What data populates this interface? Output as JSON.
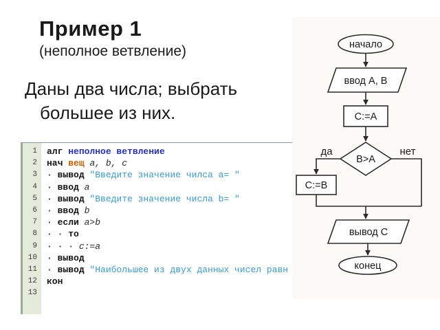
{
  "slide": {
    "title": "Пример 1",
    "subtitle": "(неполное ветвление)",
    "body_line1": "Даны два числа; выбрать",
    "body_line2": "большее из них."
  },
  "code": {
    "lines": [
      {
        "num": "1",
        "segs": [
          {
            "c": "kw",
            "t": "алг "
          },
          {
            "c": "name",
            "t": "неполное ветвление"
          }
        ]
      },
      {
        "num": "2",
        "segs": [
          {
            "c": "kw",
            "t": "нач "
          },
          {
            "c": "type",
            "t": "вещ "
          },
          {
            "c": "var",
            "t": "a, b, c"
          }
        ]
      },
      {
        "num": "3",
        "segs": [
          {
            "c": "dot",
            "t": "· "
          },
          {
            "c": "kw",
            "t": "вывод "
          },
          {
            "c": "str",
            "t": "\"Введите значение чилса a= \""
          }
        ]
      },
      {
        "num": "4",
        "segs": [
          {
            "c": "dot",
            "t": "· "
          },
          {
            "c": "kw",
            "t": "ввод "
          },
          {
            "c": "var",
            "t": "a"
          }
        ]
      },
      {
        "num": "5",
        "segs": [
          {
            "c": "dot",
            "t": "· "
          },
          {
            "c": "kw",
            "t": "вывод "
          },
          {
            "c": "str",
            "t": "\"Введите значение числа b= \""
          }
        ]
      },
      {
        "num": "6",
        "segs": [
          {
            "c": "dot",
            "t": "· "
          },
          {
            "c": "kw",
            "t": "ввод "
          },
          {
            "c": "var",
            "t": "b"
          }
        ]
      },
      {
        "num": "7",
        "segs": [
          {
            "c": "dot",
            "t": "· "
          },
          {
            "c": "kw",
            "t": "если "
          },
          {
            "c": "var",
            "t": "a>b"
          }
        ]
      },
      {
        "num": "8",
        "segs": [
          {
            "c": "dot",
            "t": "· · "
          },
          {
            "c": "kw",
            "t": "то"
          }
        ]
      },
      {
        "num": "9",
        "segs": [
          {
            "c": "dot",
            "t": "· · · "
          },
          {
            "c": "var",
            "t": "c:=a"
          }
        ]
      },
      {
        "num": "10",
        "segs": [
          {
            "c": "dot",
            "t": "· "
          },
          {
            "c": "kw",
            "t": "вывод "
          },
          {
            "c": "kw",
            "t": ""
          }
        ]
      },
      {
        "num": "11",
        "segs": [
          {
            "c": "dot",
            "t": "· "
          },
          {
            "c": "kw",
            "t": "вывод "
          },
          {
            "c": "str",
            "t": "\"Наибольшее из двух данных чисел равн"
          }
        ]
      },
      {
        "num": "12",
        "segs": [
          {
            "c": "kw",
            "t": "кон"
          }
        ]
      },
      {
        "num": "13",
        "segs": []
      }
    ]
  },
  "flowchart": {
    "start": "начало",
    "input": "ввод A, B",
    "assign_a": "C:=A",
    "condition": "B>A",
    "yes_label": "да",
    "no_label": "нет",
    "assign_b": "C:=B",
    "output": "вывод C",
    "end": "конец"
  },
  "colors": {
    "algo_name_blue": "#2430c8",
    "type_orange": "#c85f00",
    "string_blue": "#3a9ad2",
    "gutter_bg": "#e4ebdb",
    "gutter_edge": "#9aac8e",
    "code_top_border": "#8695a6",
    "flowchart_stroke": "#2b2b2b"
  }
}
